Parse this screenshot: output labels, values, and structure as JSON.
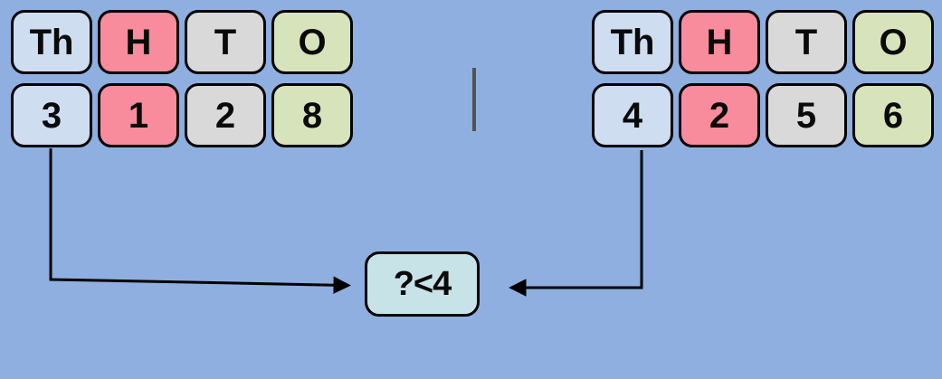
{
  "colors": {
    "background": "#8eafdf",
    "thousands_cell": "#cfddf1",
    "hundreds_cell": "#f88c9d",
    "tens_cell": "#d9d9d9",
    "ones_cell": "#d7e4bb",
    "comparison_box": "#c8e3e8",
    "cell_border": "#000000",
    "arrow": "#000000",
    "divider_line": "#54524c"
  },
  "place_value_headers": [
    "Th",
    "H",
    "T",
    "O"
  ],
  "left_number_digits": [
    "3",
    "1",
    "2",
    "8"
  ],
  "right_number_digits": [
    "4",
    "2",
    "5",
    "6"
  ],
  "comparison_box_label": "?<4"
}
